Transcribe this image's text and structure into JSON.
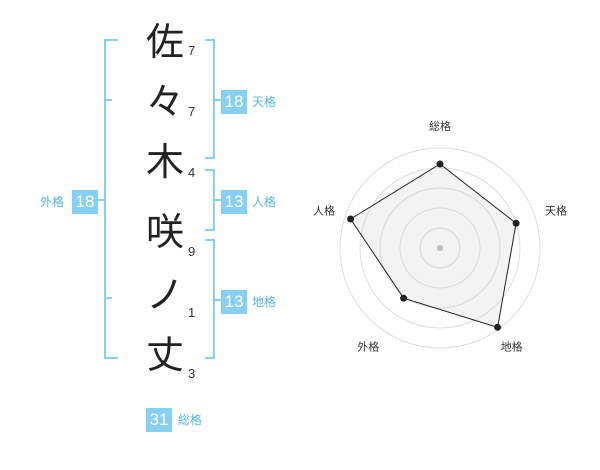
{
  "name": {
    "characters": [
      {
        "char": "佐",
        "strokes": "7"
      },
      {
        "char": "々",
        "strokes": "7"
      },
      {
        "char": "木",
        "strokes": "4"
      },
      {
        "char": "咲",
        "strokes": "9"
      },
      {
        "char": "ノ",
        "strokes": "1"
      },
      {
        "char": "丈",
        "strokes": "3"
      }
    ]
  },
  "fortunes": {
    "tenkaku": {
      "label": "天格",
      "value": "18"
    },
    "jinkaku": {
      "label": "人格",
      "value": "13"
    },
    "chikaku": {
      "label": "地格",
      "value": "13"
    },
    "gaikaku": {
      "label": "外格",
      "value": "18"
    },
    "soukaku": {
      "label": "総格",
      "value": "31"
    }
  },
  "colors": {
    "accent": "#86d0f5",
    "label": "#55b6e6",
    "bracket": "#86d0f5"
  },
  "chart_data": {
    "type": "radar",
    "axes": [
      "総格",
      "天格",
      "地格",
      "外格",
      "人格"
    ],
    "rings": 5,
    "max": 5,
    "values": [
      4.2,
      4.0,
      4.9,
      3.1,
      4.7
    ]
  }
}
